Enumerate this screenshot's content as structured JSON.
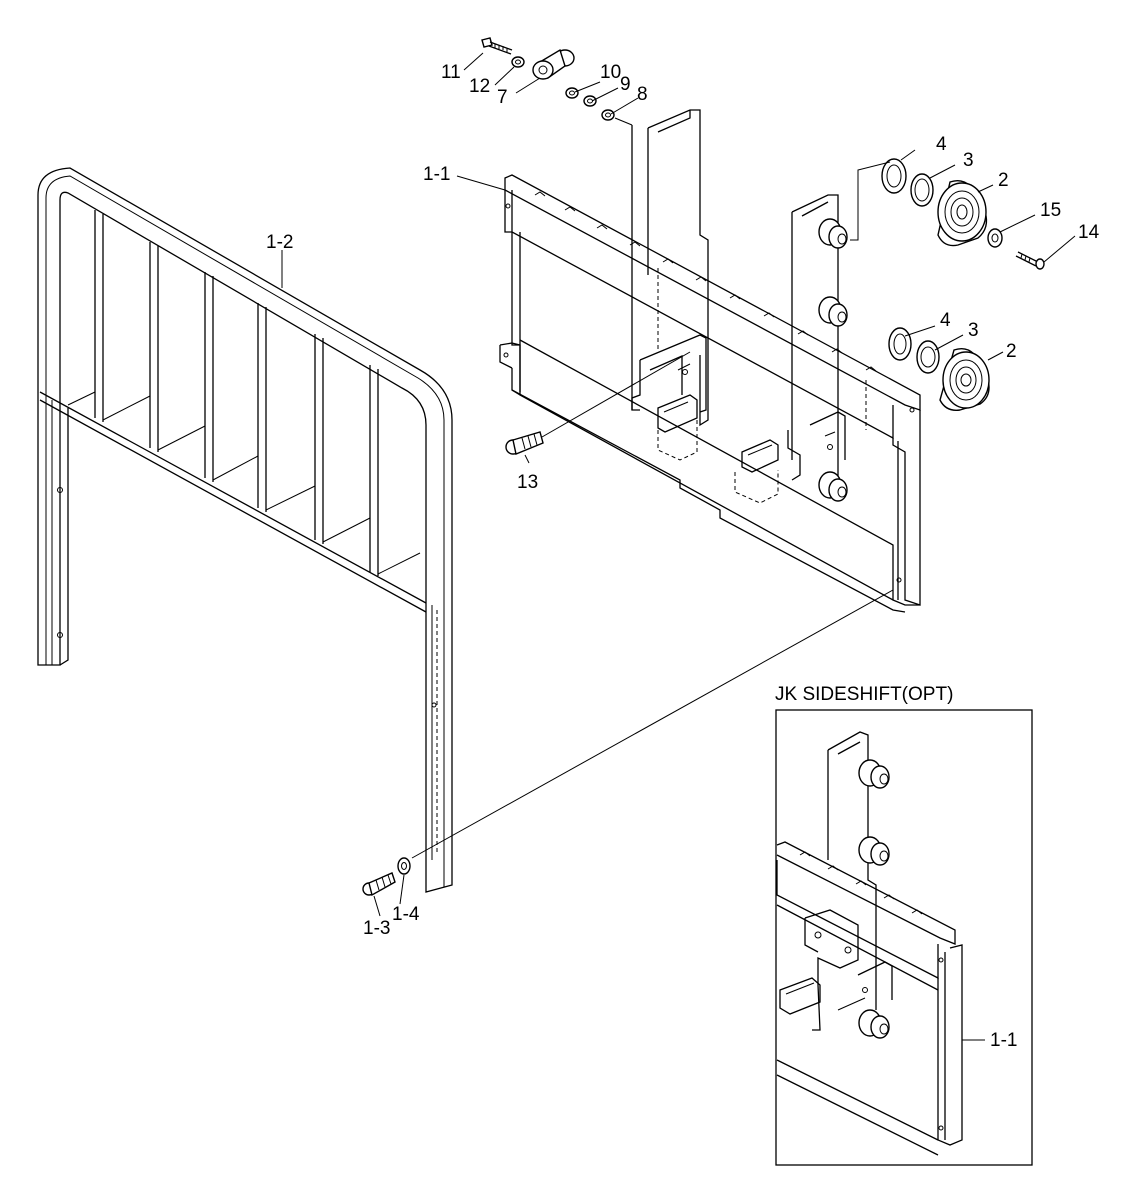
{
  "inset": {
    "title": "JK SIDESHIFT(OPT)",
    "part_label": "1-1"
  },
  "labels": {
    "p11": "11",
    "p12": "12",
    "p7": "7",
    "p10": "10",
    "p9": "9",
    "p8": "8",
    "p1_1": "1-1",
    "p1_2": "1-2",
    "p4a": "4",
    "p3a": "3",
    "p2a": "2",
    "p15": "15",
    "p14": "14",
    "p4b": "4",
    "p3b": "3",
    "p2b": "2",
    "p13": "13",
    "p1_3": "1-3",
    "p1_4": "1-4"
  }
}
